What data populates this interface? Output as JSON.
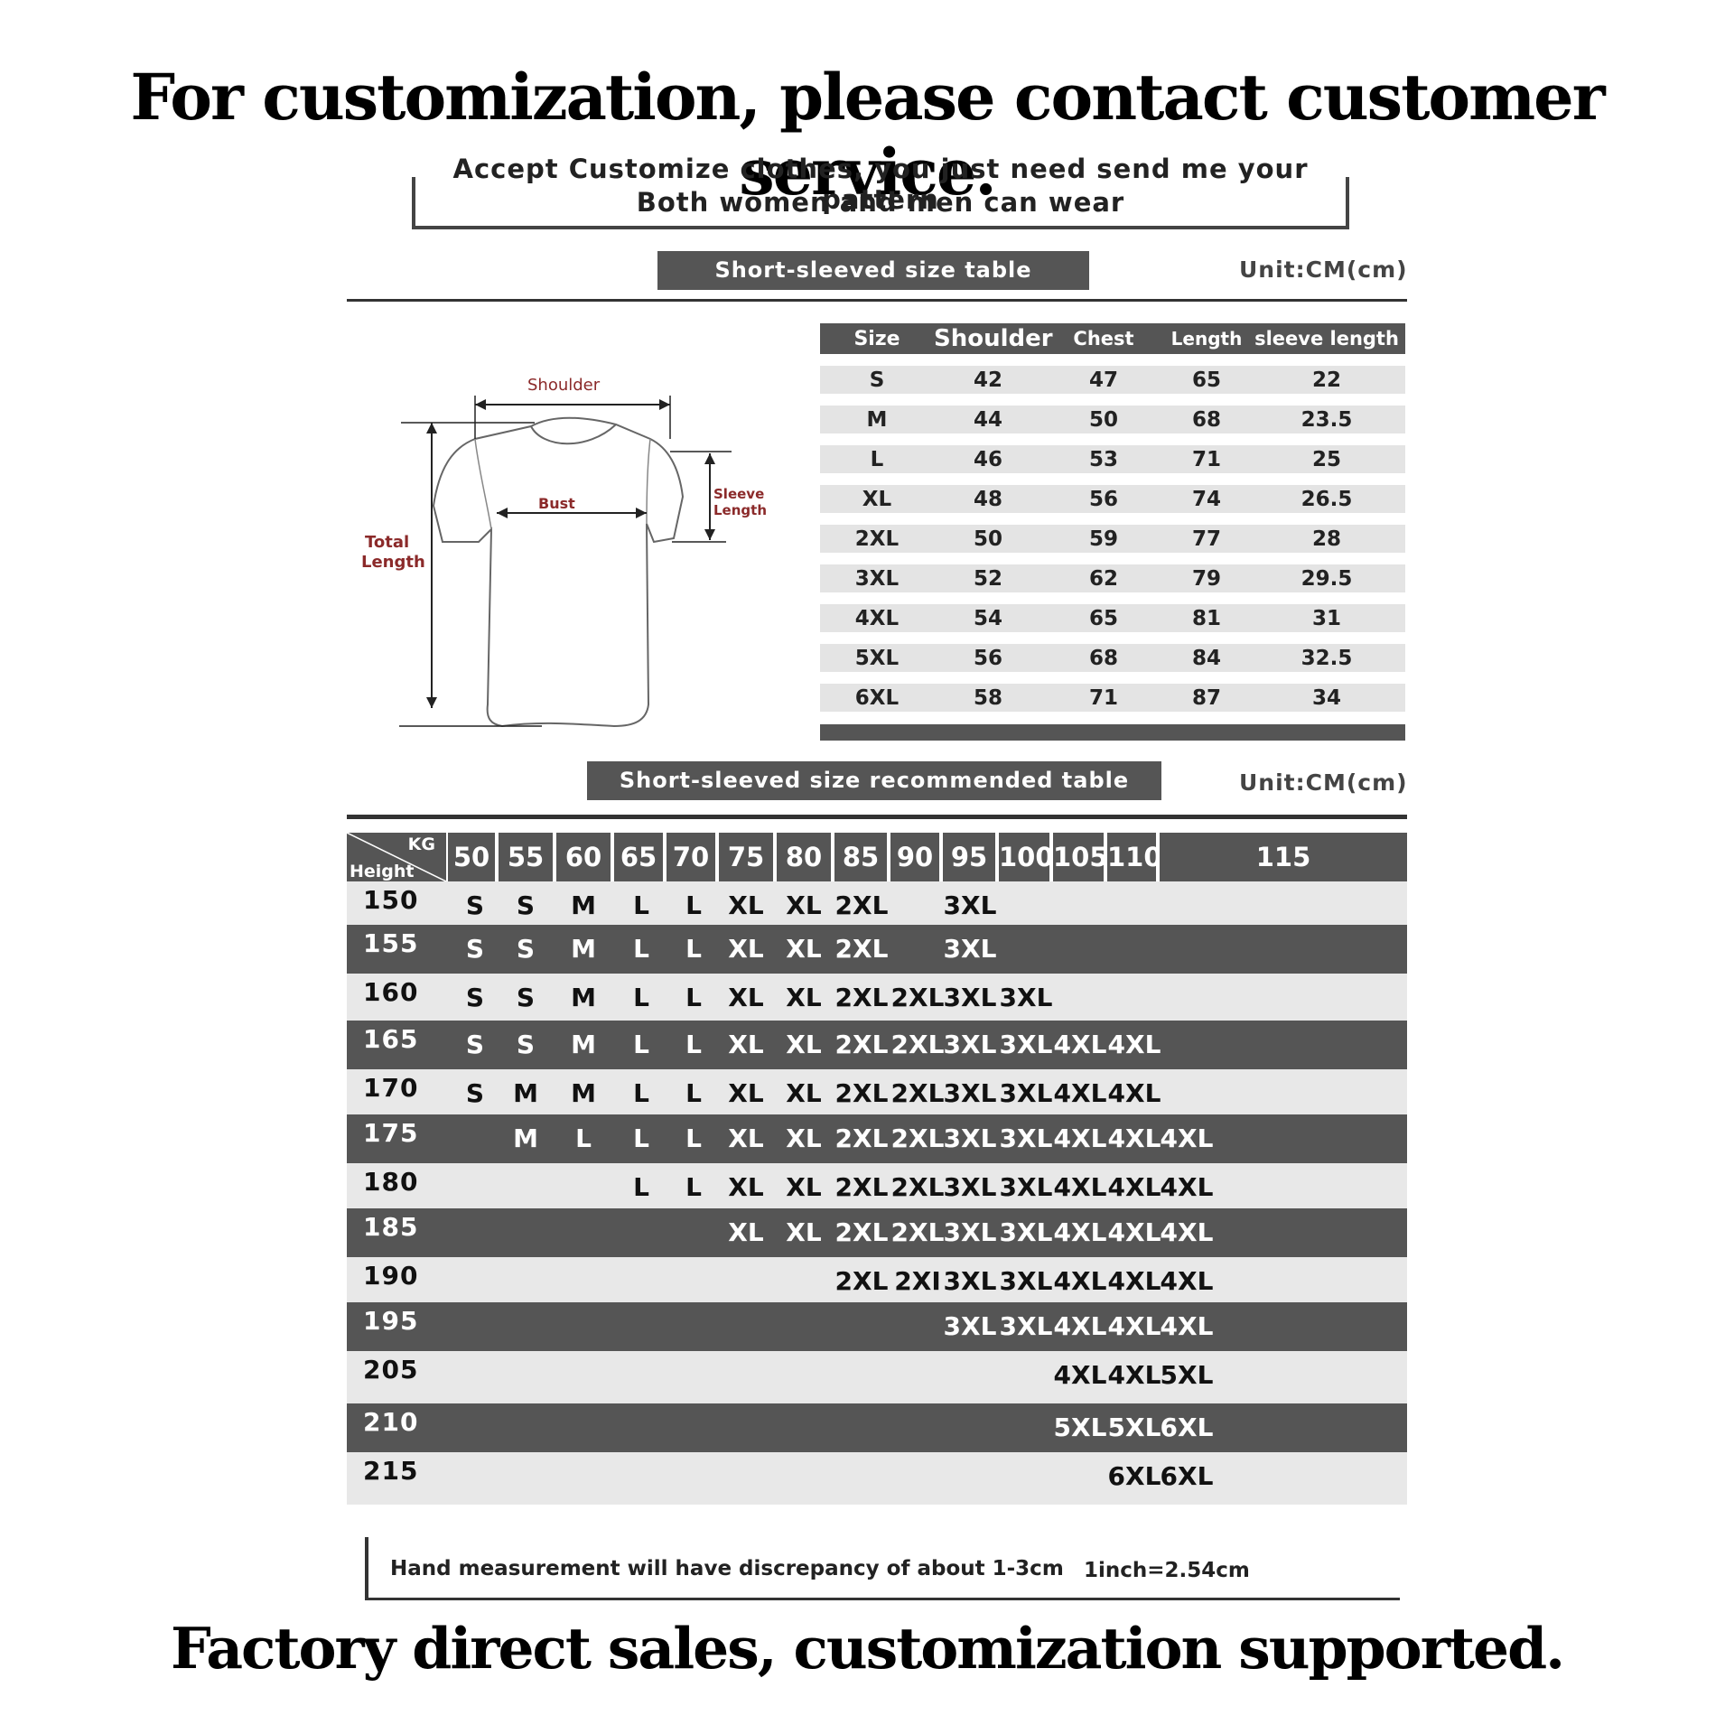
{
  "top_headline": "For customization, please contact customer service.",
  "accept_box": {
    "line1": "Accept Customize clothes, you just need send me your pattern",
    "line2": "Both women and men can wear"
  },
  "size_table_section": {
    "title": "Short-sleeved size  table",
    "unit": "Unit:CM(cm)",
    "headers": [
      "Size",
      "Shoulder",
      "Chest",
      "Length",
      "sleeve length"
    ],
    "rows": [
      [
        "S",
        "42",
        "47",
        "65",
        "22"
      ],
      [
        "M",
        "44",
        "50",
        "68",
        "23.5"
      ],
      [
        "L",
        "46",
        "53",
        "71",
        "25"
      ],
      [
        "XL",
        "48",
        "56",
        "74",
        "26.5"
      ],
      [
        "2XL",
        "50",
        "59",
        "77",
        "28"
      ],
      [
        "3XL",
        "52",
        "62",
        "79",
        "29.5"
      ],
      [
        "4XL",
        "54",
        "65",
        "81",
        "31"
      ],
      [
        "5XL",
        "56",
        "68",
        "84",
        "32.5"
      ],
      [
        "6XL",
        "58",
        "71",
        "87",
        "34"
      ]
    ]
  },
  "diagram": {
    "shoulder": "Shoulder",
    "bust": "Bust",
    "sleeve_line1": "Sleeve",
    "sleeve_line2": "Length",
    "total_line1": "Total",
    "total_line2": "Length"
  },
  "recommend_section": {
    "title": "Short-sleeved size recommended table",
    "unit": "Unit:CM(cm)",
    "corner_kg": "KG",
    "corner_height": "Height",
    "weights": [
      "50",
      "55",
      "60",
      "65",
      "70",
      "75",
      "80",
      "85",
      "90",
      "95",
      "100",
      "105",
      "110",
      "115"
    ],
    "rows": [
      {
        "height": "150",
        "sizes": [
          "S",
          "S",
          "M",
          "L",
          "L",
          "XL",
          "XL",
          "2XL",
          "",
          "3XL",
          "",
          "",
          "",
          ""
        ]
      },
      {
        "height": "155",
        "sizes": [
          "S",
          "S",
          "M",
          "L",
          "L",
          "XL",
          "XL",
          "2XL",
          "",
          "3XL",
          "",
          "",
          "",
          ""
        ]
      },
      {
        "height": "160",
        "sizes": [
          "S",
          "S",
          "M",
          "L",
          "L",
          "XL",
          "XL",
          "2XL",
          "2XL",
          "3XL",
          "3XL",
          "",
          "",
          ""
        ]
      },
      {
        "height": "165",
        "sizes": [
          "S",
          "S",
          "M",
          "L",
          "L",
          "XL",
          "XL",
          "2XL",
          "2XL",
          "3XL",
          "3XL",
          "4XL",
          "4XL",
          ""
        ]
      },
      {
        "height": "170",
        "sizes": [
          "S",
          "M",
          "M",
          "L",
          "L",
          "XL",
          "XL",
          "2XL",
          "2XL",
          "3XL",
          "3XL",
          "4XL",
          "4XL",
          ""
        ]
      },
      {
        "height": "175",
        "sizes": [
          "",
          "M",
          "L",
          "L",
          "L",
          "XL",
          "XL",
          "2XL",
          "2XL",
          "3XL",
          "3XL",
          "4XL",
          "4XL",
          "4XL"
        ]
      },
      {
        "height": "180",
        "sizes": [
          "",
          "",
          "",
          "L",
          "L",
          "XL",
          "XL",
          "2XL",
          "2XL",
          "3XL",
          "3XL",
          "4XL",
          "4XL",
          "4XL"
        ]
      },
      {
        "height": "185",
        "sizes": [
          "",
          "",
          "",
          "",
          "",
          "XL",
          "XL",
          "2XL",
          "2XL",
          "3XL",
          "3XL",
          "4XL",
          "4XL",
          "4XL"
        ]
      },
      {
        "height": "190",
        "sizes": [
          "",
          "",
          "",
          "",
          "",
          "",
          "",
          "2XL",
          "2XI",
          "3XL",
          "3XL",
          "4XL",
          "4XL",
          "4XL"
        ]
      },
      {
        "height": "195",
        "sizes": [
          "",
          "",
          "",
          "",
          "",
          "",
          "",
          "",
          "",
          "3XL",
          "3XL",
          "4XL",
          "4XL",
          "4XL"
        ]
      },
      {
        "height": "205",
        "sizes": [
          "",
          "",
          "",
          "",
          "",
          "",
          "",
          "",
          "",
          "",
          "",
          "4XL",
          "4XL",
          "5XL"
        ]
      },
      {
        "height": "210",
        "sizes": [
          "",
          "",
          "",
          "",
          "",
          "",
          "",
          "",
          "",
          "",
          "",
          "5XL",
          "5XL",
          "6XL"
        ]
      },
      {
        "height": "215",
        "sizes": [
          "",
          "",
          "",
          "",
          "",
          "",
          "",
          "",
          "",
          "",
          "",
          "",
          "6XL",
          "6XL"
        ]
      }
    ]
  },
  "note": {
    "text": "Hand measurement will have discrepancy of about  1-3cm",
    "inch": "1inch=2.54cm"
  },
  "bottom_headline": "Factory direct sales, customization supported.",
  "colors": {
    "banner": "#555555",
    "light_row": "#e8e8e8",
    "label_red": "#8b2a2a"
  }
}
